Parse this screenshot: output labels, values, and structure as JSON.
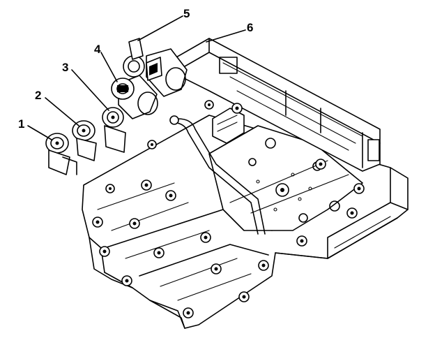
{
  "callouts": [
    {
      "label": "1",
      "target": "solenoid-1"
    },
    {
      "label": "2",
      "target": "solenoid-2"
    },
    {
      "label": "3",
      "target": "solenoid-3"
    },
    {
      "label": "4",
      "target": "solenoid-4"
    },
    {
      "label": "5",
      "target": "solenoid-5"
    },
    {
      "label": "6",
      "target": "wiring-harness"
    }
  ]
}
